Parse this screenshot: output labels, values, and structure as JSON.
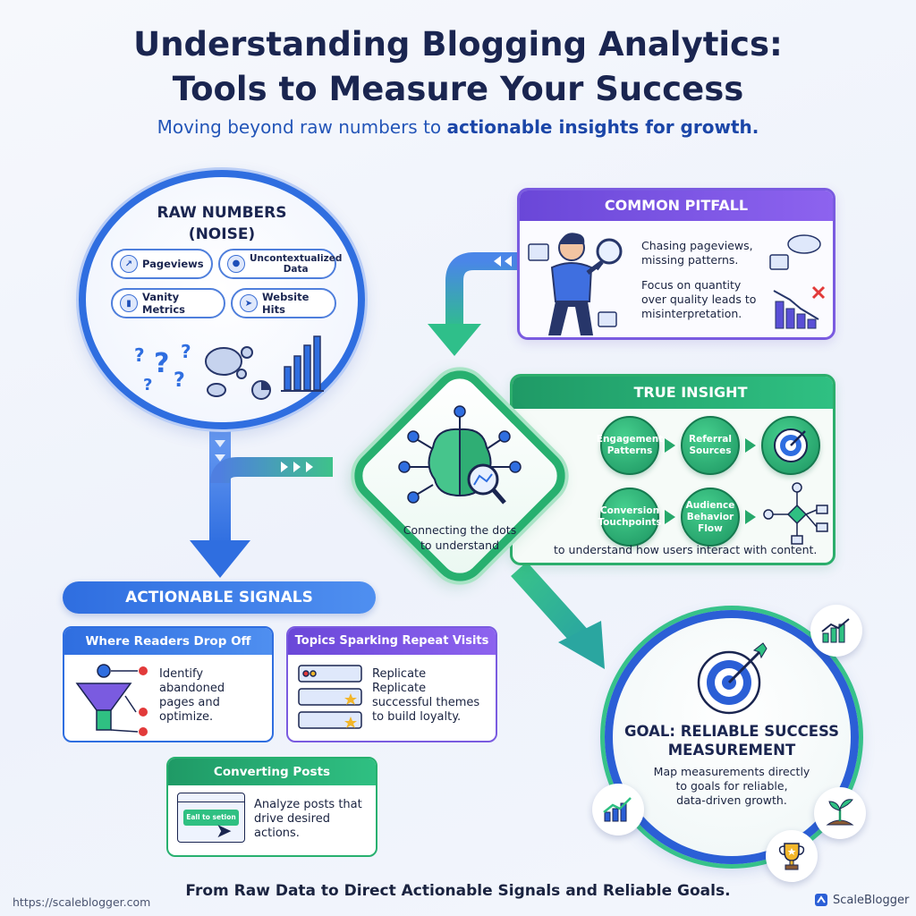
{
  "header": {
    "title_line1": "Understanding Blogging Analytics:",
    "title_line2": "Tools to Measure Your Success",
    "subtitle_plain": "Moving beyond raw numbers to ",
    "subtitle_bold": "actionable insights for growth."
  },
  "raw_numbers": {
    "title_line1": "RAW NUMBERS",
    "title_line2": "(NOISE)",
    "chips": [
      {
        "label": "Pageviews",
        "icon": "line-chart-icon"
      },
      {
        "label_line1": "Uncontextualized",
        "label_line2": "Data",
        "icon": "people-icon"
      },
      {
        "label": "Vanity Metrics",
        "icon": "bar-chart-icon"
      },
      {
        "label": "Website Hits",
        "icon": "cursor-icon"
      }
    ]
  },
  "pitfall": {
    "title": "COMMON PITFALL",
    "text1_line1": "Chasing pageviews,",
    "text1_line2": "missing patterns.",
    "text2_line1": "Focus on quantity",
    "text2_line2": "over quality leads to",
    "text2_line3": "misinterpretation."
  },
  "hub": {
    "text_line1": "Connecting the dots",
    "text_line2": "to understand"
  },
  "insight": {
    "title": "TRUE INSIGHT",
    "bubbles": [
      {
        "line1": "Engagement",
        "line2": "Patterns"
      },
      {
        "line1": "Referral",
        "line2": "Sources"
      },
      {
        "line1": "Conversion",
        "line2": "Touchpoints"
      },
      {
        "line1": "Audience",
        "line2": "Behavior",
        "line3": "Flow"
      }
    ],
    "caption": "to understand how users interact with content."
  },
  "signals": {
    "title": "ACTIONABLE SIGNALS",
    "cards": [
      {
        "title": "Where Readers Drop Off",
        "line1": "Identify",
        "line2": "abandoned",
        "line3": "pages and",
        "line4": "optimize."
      },
      {
        "title": "Topics Sparking Repeat Visits",
        "line1": "Replicate",
        "line2": "Replicate",
        "line3": "successful themes",
        "line4": "to build loyalty."
      },
      {
        "title": "Converting Posts",
        "line1": "Analyze posts that",
        "line2": "drive desired",
        "line3": "actions.",
        "button_label": "Eall to setion"
      }
    ]
  },
  "goal": {
    "title_line1": "GOAL: RELIABLE SUCCESS",
    "title_line2": "MEASUREMENT",
    "desc_line1": "Map measurements directly",
    "desc_line2": "to goals for reliable,",
    "desc_line3": "data-driven growth."
  },
  "footer": {
    "tagline": "From Raw Data to Direct Actionable Signals and Reliable Goals.",
    "url": "https://scaleblogger.com",
    "brand": "ScaleBlogger"
  },
  "colors": {
    "blue": "#2f6ee0",
    "purple": "#7a5be0",
    "green": "#27b06f",
    "navy": "#1a2550"
  }
}
